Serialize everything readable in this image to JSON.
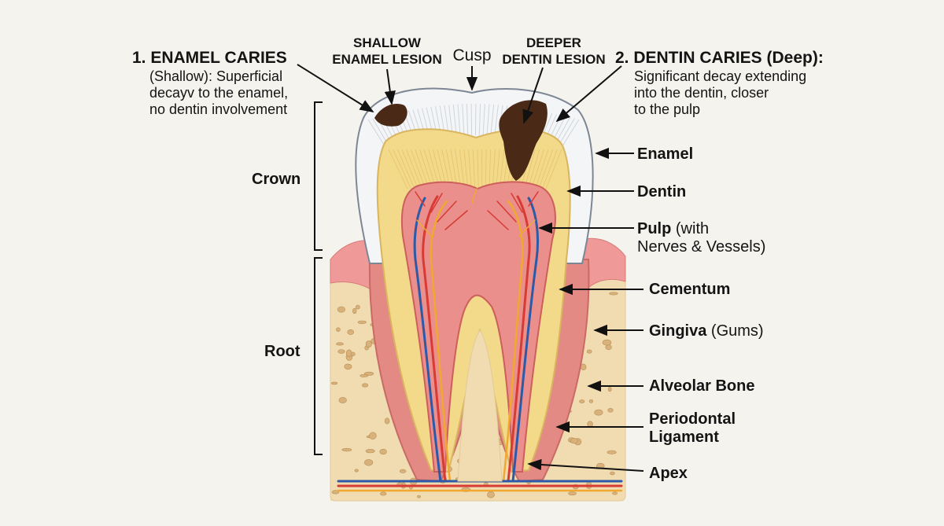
{
  "caries": {
    "enamel": {
      "title": "1. ENAMEL CARIES",
      "lines": [
        "(Shallow): Superficial",
        "decayv to the enamel,",
        "no dentin involvement"
      ]
    },
    "shallow_lesion": [
      "SHALLOW",
      "ENAMEL LESION"
    ],
    "cusp": "Cusp",
    "deeper_lesion": [
      "DEEPER",
      "DENTIN LESION"
    ],
    "dentin": {
      "title": "2. DENTIN CARIES (Deep):",
      "lines": [
        "Significant decay extending",
        "into the dentin, closer",
        "to the pulp"
      ]
    }
  },
  "regions": {
    "crown": "Crown",
    "root": "Root"
  },
  "structures": {
    "enamel": "Enamel",
    "dentin": "Dentin",
    "pulp_bold": "Pulp",
    "pulp_rest": " (with",
    "pulp_line2": "Nerves & Vessels)",
    "cementum": "Cementum",
    "gingiva_bold": "Gingiva",
    "gingiva_rest": " (Gums)",
    "alveolar": "Alveolar Bone",
    "periodontal_1": "Periodontal",
    "periodontal_2": "Ligament",
    "apex": "Apex"
  },
  "colors": {
    "enamel": "#f4f5f7",
    "dentin": "#f3d98a",
    "pulp": "#ea8f8c",
    "gingiva": "#ef9a98",
    "bone": "#f1dcb2",
    "decay": "#4a2a16",
    "nerve": "#f0a830",
    "vessel_artery": "#d83a34",
    "vessel_vein": "#2d5aa8"
  }
}
